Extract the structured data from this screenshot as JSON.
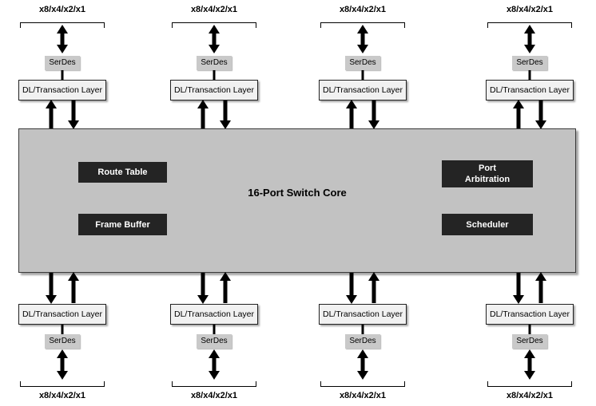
{
  "diagram": {
    "core": {
      "title": "16-Port Switch Core",
      "blocks": {
        "route_table": "Route Table",
        "frame_buffer": "Frame Buffer",
        "port_arbitration": "Port\nArbitration",
        "scheduler": "Scheduler"
      }
    },
    "port": {
      "width_label": "x8/x4/x2/x1",
      "serdes_label": "SerDes",
      "dl_label": "DL/Transaction Layer"
    },
    "colors": {
      "core_fill": "#c2c2c2",
      "core_border": "#3a3a3a",
      "block_fill": "#242424",
      "block_text": "#ffffff",
      "serdes_fill": "#c9c9c9",
      "dl_fill": "#f1f1f1",
      "line": "#000000",
      "background": "#ffffff"
    }
  }
}
